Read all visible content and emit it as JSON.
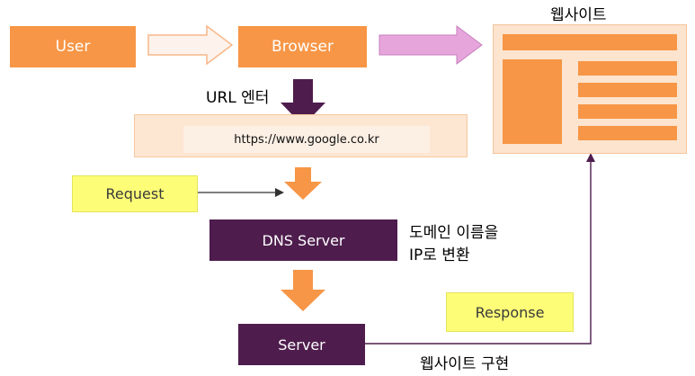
{
  "nodes": {
    "user": "User",
    "browser": "Browser",
    "request": "Request",
    "dns_server": "DNS Server",
    "server": "Server",
    "response": "Response"
  },
  "labels": {
    "website": "웹사이트",
    "url_enter": "URL 엔터",
    "url": "https://www.google.co.kr",
    "dns_note_line1": "도메인 이름을",
    "dns_note_line2": "IP로 변환",
    "website_render": "웹사이트 구현"
  },
  "colors": {
    "orange": "#f79646",
    "purple": "#4e1d4d",
    "yellow": "#fdfd78",
    "peach": "#fde6d2",
    "pink_arrow": "#e6a6dc"
  }
}
